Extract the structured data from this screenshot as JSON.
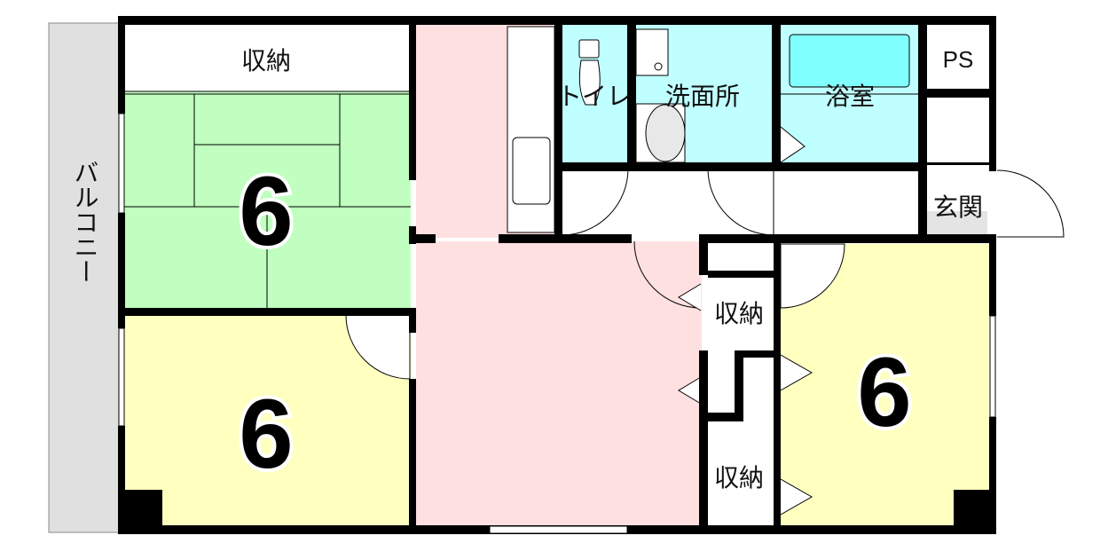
{
  "rooms": {
    "storage_top_left": "収納",
    "tatami_room_size": "6",
    "western_room_left_size": "6",
    "western_room_right_size": "6",
    "toilet": "トイレ",
    "washroom": "洗面所",
    "bathroom": "浴室",
    "pipe_space": "PS",
    "entrance": "玄関",
    "balcony": "バルコニー",
    "storage_middle_upper": "収納",
    "storage_middle_lower": "収納"
  },
  "colors": {
    "tatami": "#c0ffc0",
    "western": "#ffffc0",
    "ldk": "#ffe0e0",
    "wet_area": "#c0ffff",
    "bathtub": "#80ffff",
    "balcony": "#e0e0e0",
    "wall": "#000000"
  }
}
